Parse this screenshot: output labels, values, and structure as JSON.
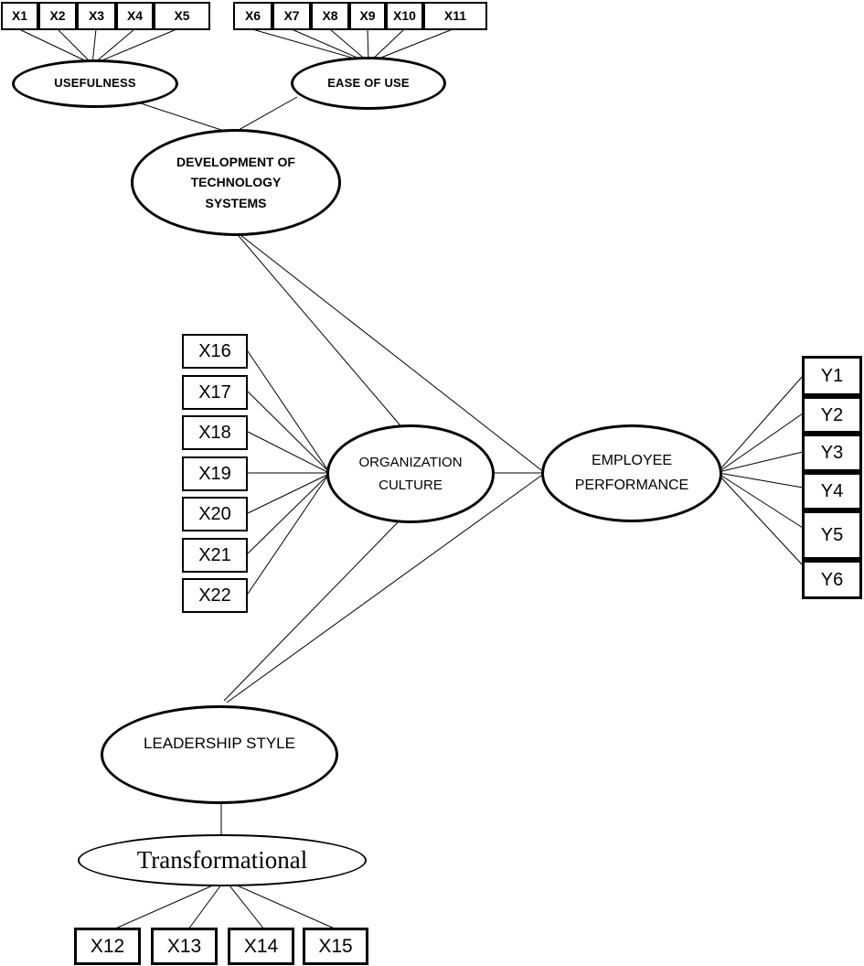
{
  "diagram_type": "sem-path-diagram",
  "colors": {
    "stroke": "#000000",
    "background": "#ffffff",
    "text": "#000000"
  },
  "nodes": {
    "usefulness": {
      "label": "USEFULNESS"
    },
    "ease_of_use": {
      "label": "EASE OF USE"
    },
    "development": {
      "label": "DEVELOPMENT OF TECHNOLOGY SYSTEMS"
    },
    "organization_culture": {
      "label": "ORGANIZATION CULTURE"
    },
    "employee_performance": {
      "label": "EMPLOYEE PERFORMANCE"
    },
    "leadership_style": {
      "label": "LEADERSHIP STYLE"
    },
    "transformational": {
      "label": "Transformational"
    }
  },
  "indicators": {
    "usefulness": [
      "X1",
      "X2",
      "X3",
      "X4",
      "X5"
    ],
    "ease_of_use": [
      "X6",
      "X7",
      "X8",
      "X9",
      "X10",
      "X11"
    ],
    "organization_culture": [
      "X16",
      "X17",
      "X18",
      "X19",
      "X20",
      "X21",
      "X22"
    ],
    "transformational": [
      "X12",
      "X13",
      "X14",
      "X15"
    ],
    "employee_performance": [
      "Y1",
      "Y2",
      "Y3",
      "Y4",
      "Y5",
      "Y6"
    ]
  },
  "paths": [
    {
      "from": "USEFULNESS",
      "to": "DEVELOPMENT OF TECHNOLOGY SYSTEMS"
    },
    {
      "from": "EASE OF USE",
      "to": "DEVELOPMENT OF TECHNOLOGY SYSTEMS"
    },
    {
      "from": "DEVELOPMENT OF TECHNOLOGY SYSTEMS",
      "to": "ORGANIZATION CULTURE"
    },
    {
      "from": "DEVELOPMENT OF TECHNOLOGY SYSTEMS",
      "to": "EMPLOYEE PERFORMANCE"
    },
    {
      "from": "ORGANIZATION CULTURE",
      "to": "EMPLOYEE PERFORMANCE"
    },
    {
      "from": "LEADERSHIP STYLE",
      "to": "ORGANIZATION CULTURE"
    },
    {
      "from": "LEADERSHIP STYLE",
      "to": "EMPLOYEE PERFORMANCE"
    },
    {
      "from": "LEADERSHIP STYLE",
      "to": "Transformational"
    }
  ]
}
